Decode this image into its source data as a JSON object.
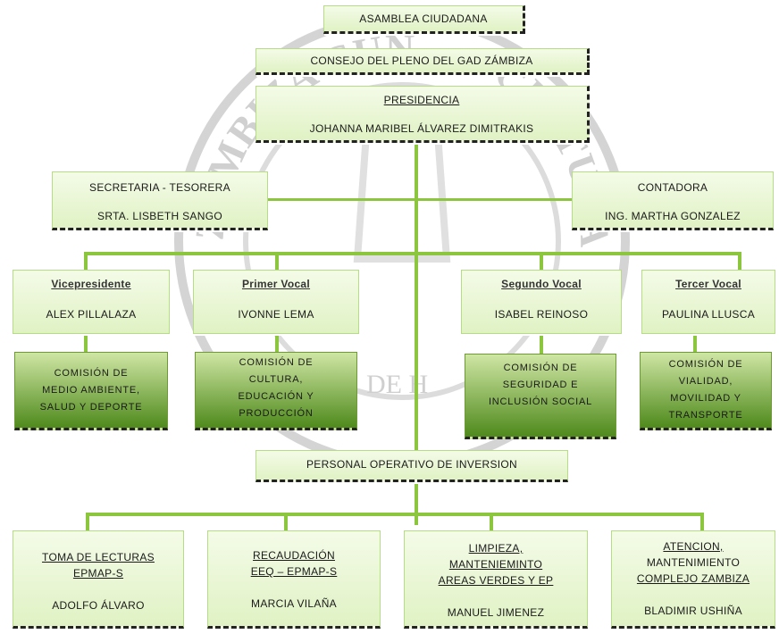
{
  "seal": {
    "ring_text_left": "ZÁMBIZA CUNA DE",
    "ring_text_right": "CULTURA",
    "bottom_text": "DE H"
  },
  "asamblea": "ASAMBLEA CIUDADANA",
  "consejo": "CONSEJO DEL PLENO DEL GAD ZÁMBIZA",
  "presidencia": {
    "title": "PRESIDENCIA",
    "name": "JOHANNA MARIBEL ÁLVAREZ DIMITRAKIS"
  },
  "secretaria": {
    "title": "SECRETARIA - TESORERA",
    "name": "SRTA. LISBETH SANGO"
  },
  "contadora": {
    "title": "CONTADORA",
    "name": "ING. MARTHA GONZALEZ"
  },
  "vocales": [
    {
      "title": "Vicepresidente",
      "name": "ALEX PILLALAZA",
      "comision": [
        "COMISIÓN DE",
        "MEDIO AMBIENTE,",
        "SALUD Y DEPORTE"
      ]
    },
    {
      "title": "Primer Vocal",
      "name": "IVONNE LEMA",
      "comision": [
        "COMISIÓN DE",
        "CULTURA,",
        "EDUCACIÓN Y",
        "PRODUCCIÓN"
      ]
    },
    {
      "title": "Segundo Vocal",
      "name": "ISABEL REINOSO",
      "comision": [
        "COMISIÓN DE",
        "SEGURIDAD E",
        "INCLUSIÓN SOCIAL"
      ]
    },
    {
      "title": "Tercer Vocal",
      "name": "PAULINA LLUSCA",
      "comision": [
        "COMISIÓN DE",
        "VIALIDAD,",
        "MOVILIDAD Y",
        "TRANSPORTE"
      ]
    }
  ],
  "personal": "PERSONAL OPERATIVO DE INVERSION",
  "operativos": [
    {
      "title": [
        "TOMA DE LECTURAS",
        "EPMAP-S"
      ],
      "name": "ADOLFO ÁLVARO"
    },
    {
      "title": [
        "RECAUDACIÓN",
        "EEQ – EPMAP-S"
      ],
      "name": "MARCIA VILAÑA"
    },
    {
      "title": [
        "LIMPIEZA,",
        "MANTENIEMINTO",
        "AREAS VERDES Y EP"
      ],
      "name": "MANUEL JIMENEZ"
    },
    {
      "title": [
        "ATENCION,",
        "MANTENIMIENTO",
        "COMPLEJO ZAMBIZA"
      ],
      "name": "BLADIMIR USHIÑA"
    }
  ]
}
